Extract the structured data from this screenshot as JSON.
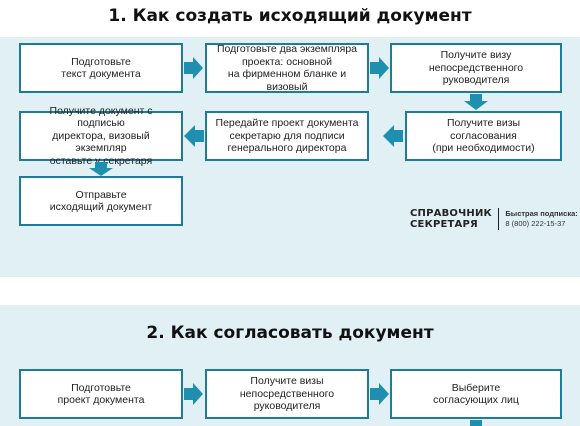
{
  "section1": {
    "title": "1. Как создать исходящий документ",
    "steps": [
      {
        "lines": [
          "Подготовьте",
          "текст документа"
        ]
      },
      {
        "lines": [
          "Подготовьте два экземпляра",
          "проекта: основной",
          "на фирменном бланке и визовый"
        ]
      },
      {
        "lines": [
          "Получите визу",
          "непосредственного",
          "руководителя"
        ]
      },
      {
        "lines": [
          "Получите визы согласования",
          "(при необходимости)"
        ]
      },
      {
        "lines": [
          "Передайте проект документа",
          "секретарю для подписи",
          "генерального директора"
        ]
      },
      {
        "lines": [
          "Получите документ с подписью",
          "директора, визовый экземпляр",
          "оставьте у секретаря"
        ]
      },
      {
        "lines": [
          "Отправьте",
          "исходящий документ"
        ]
      }
    ]
  },
  "brand": {
    "name_line1": "СПРАВОЧНИК",
    "name_line2": "СЕКРЕТАРЯ",
    "subscription_label": "Быстрая подписка:",
    "phone": "8 (800) 222-15-37"
  },
  "section2": {
    "title": "2. Как согласовать документ",
    "steps": [
      {
        "lines": [
          "Подготовьте",
          "проект документа"
        ]
      },
      {
        "lines": [
          "Получите визы",
          "непосредственного",
          "руководителя"
        ]
      },
      {
        "lines": [
          "Выберите",
          "согласующих лиц"
        ]
      }
    ]
  },
  "colors": {
    "panel": "#e1f0f5",
    "border": "#1f7c96",
    "arrow": "#1f8fb0"
  }
}
